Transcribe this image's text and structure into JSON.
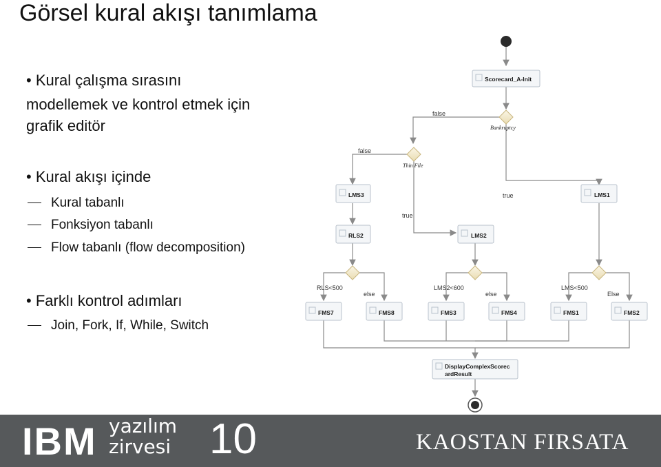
{
  "slide": {
    "title": "Görsel kural akışı tanımlama",
    "bullets": [
      {
        "line1": "• Kural çalışma sırasını",
        "line2": "modellemek ve kontrol etmek için",
        "line3": "grafik editör"
      },
      {
        "line1": "• Kural akışı içinde"
      },
      {
        "line1": "• Farklı kontrol adımları"
      }
    ],
    "subitems": [
      "Kural tabanlı",
      "Fonksiyon tabanlı",
      "Flow tabanlı (flow decomposition)",
      "Join, Fork, If, While, Switch"
    ]
  },
  "diagram": {
    "nodes": {
      "init": "Scorecard_A-Init",
      "lms3": "LMS3",
      "rls2": "RLS2",
      "lms2": "LMS2",
      "lms1": "LMS1",
      "fms7": "FMS7",
      "fms8": "FMS8",
      "fms3": "FMS3",
      "fms4": "FMS4",
      "fms1": "FMS1",
      "fms2": "FMS2",
      "display1": "DisplayComplexScorec",
      "display2": "ardResult"
    },
    "decisions": {
      "bankruptcy": "Bankruptcy",
      "thinfile": "Thin File"
    },
    "edges": {
      "false1": "false",
      "false2": "false",
      "true1": "true",
      "true2": "true",
      "rls500": "RLS<500",
      "else1": "else",
      "lms600": "LMS2<600",
      "else2": "else",
      "lms500": "LMS<500",
      "else3": "Else"
    }
  },
  "footer": {
    "ibm": "IBM",
    "yazilim": "yazılım",
    "zirvesi": "zirvesi",
    "number": "10",
    "kaostan": "KAOSTAN FIRSATA"
  },
  "colors": {
    "footer_bg": "#56595b",
    "node_fill": "#f4f6f8",
    "decision_fill": "#f5ecd2"
  }
}
